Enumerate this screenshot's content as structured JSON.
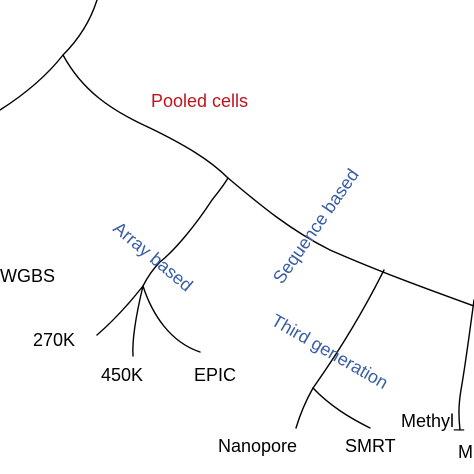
{
  "colors": {
    "branch": "#000000",
    "category_blue": "#3a5da8",
    "category_red": "#c0141c",
    "leaf_text": "#000000"
  },
  "categories": {
    "pooled_cells": "Pooled cells",
    "sequence_based": "Sequence based",
    "array_based": "Array based",
    "third_generation": "Third generation"
  },
  "leaves": {
    "wgbs": "WGBS",
    "k270": "270K",
    "k450": "450K",
    "epic": "EPIC",
    "nanopore": "Nanopore",
    "smrt": "SMRT",
    "methyl": "Methyl_",
    "cut_m": "M"
  }
}
